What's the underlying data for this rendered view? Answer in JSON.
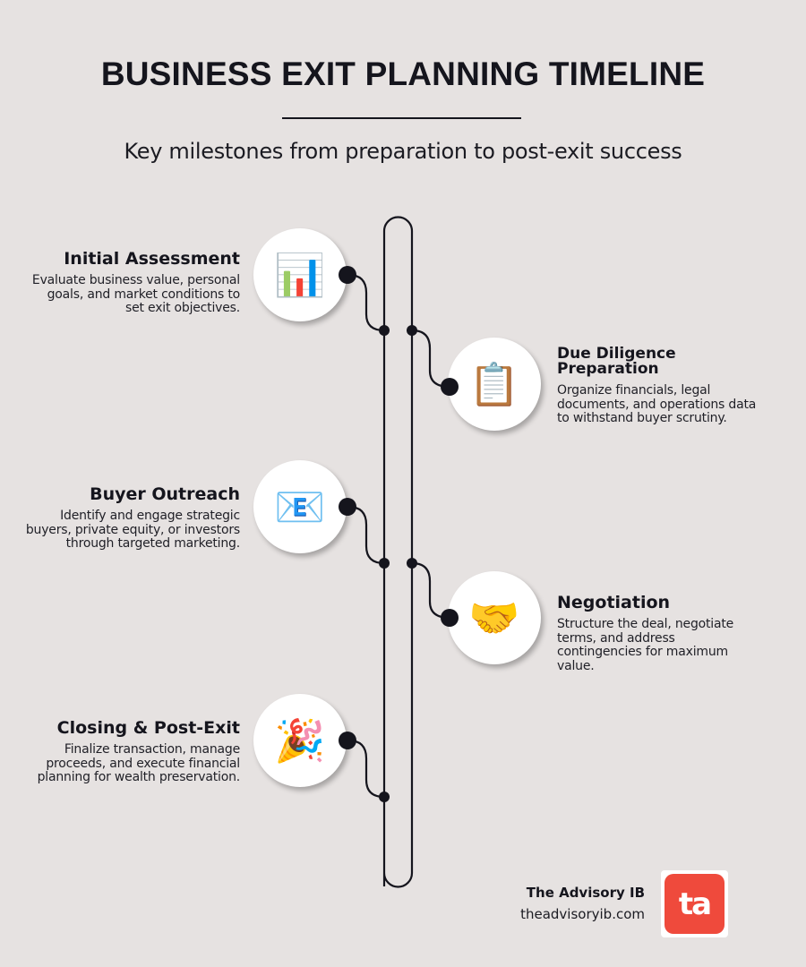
{
  "header": {
    "title": "BUSINESS EXIT PLANNING TIMELINE",
    "subtitle": "Key milestones from preparation to post-exit success"
  },
  "milestones": [
    {
      "side": "left",
      "title": "Initial Assessment",
      "description": "Evaluate business value, personal goals, and market conditions to set exit objectives.",
      "icon": "bar-chart-icon",
      "glyph": "📊"
    },
    {
      "side": "right",
      "title": "Due Diligence Preparation",
      "description": "Organize financials, legal documents, and operations data to withstand buyer scrutiny.",
      "icon": "clipboard-icon",
      "glyph": "📋"
    },
    {
      "side": "left",
      "title": "Buyer Outreach",
      "description": "Identify and engage strategic buyers, private equity, or investors through targeted marketing.",
      "icon": "email-envelope-icon",
      "glyph": "📧"
    },
    {
      "side": "right",
      "title": "Negotiation",
      "description": "Structure the deal, negotiate terms, and address contingencies for maximum value.",
      "icon": "handshake-icon",
      "glyph": "🤝"
    },
    {
      "side": "left",
      "title": "Closing & Post-Exit",
      "description": "Finalize transaction, manage proceeds, and execute financial planning for wealth preservation.",
      "icon": "party-popper-icon",
      "glyph": "🎉"
    }
  ],
  "footer": {
    "brand_name": "The Advisory IB",
    "brand_url": "theadvisoryib.com",
    "logo_text": "ta",
    "logo_color": "#ef4a3c"
  },
  "colors": {
    "background": "#e6e2e1",
    "ink": "#15151d",
    "circle": "#ffffff"
  }
}
